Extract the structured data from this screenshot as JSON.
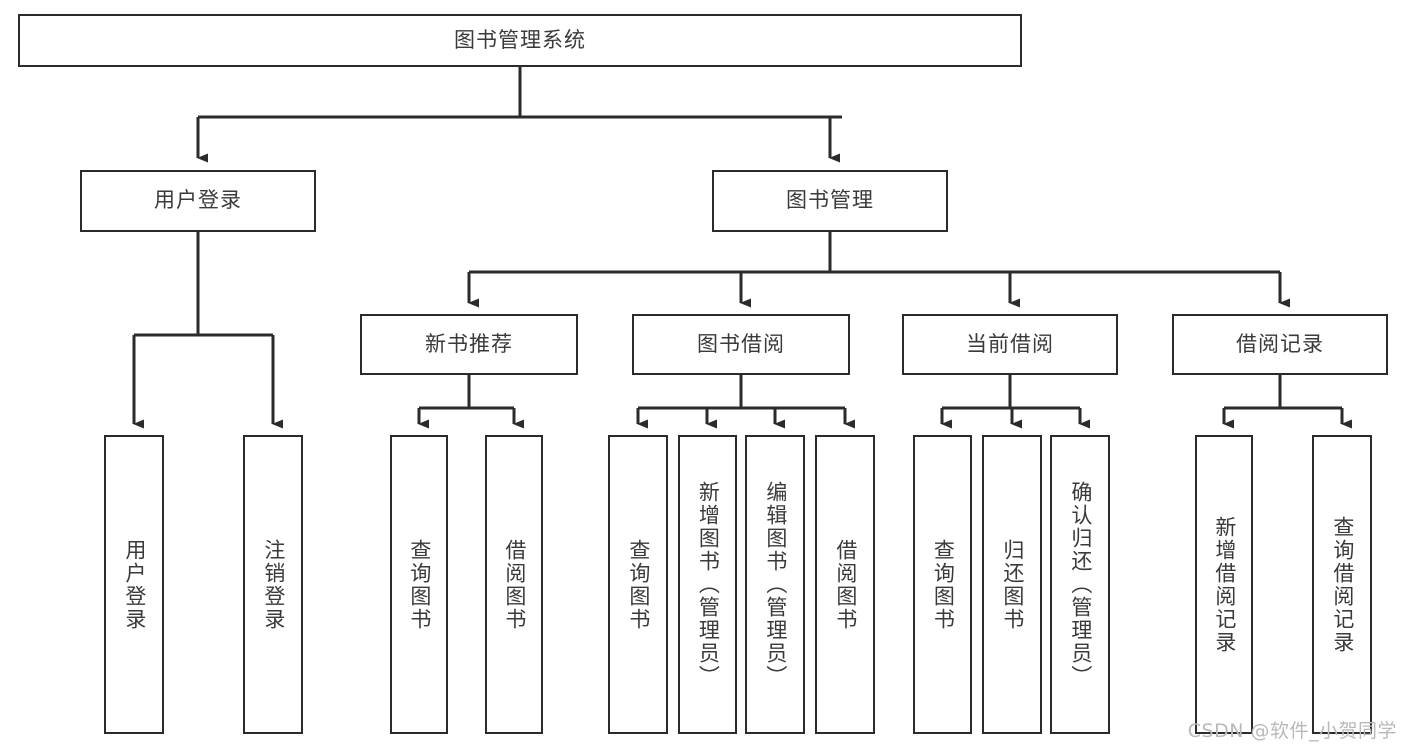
{
  "diagram": {
    "title": "图书管理系统",
    "type": "tree-hierarchy",
    "orientation": "top-down",
    "colors": {
      "box_border": "#2b2b2b",
      "box_fill": "#ffffff",
      "edge": "#2b2b2b",
      "text": "#3a3a3a",
      "watermark": "#b9b9b9",
      "background": "#ffffff"
    }
  },
  "root": {
    "label": "图书管理系统"
  },
  "level1": [
    {
      "label": "用户登录"
    },
    {
      "label": "图书管理"
    }
  ],
  "level2": [
    {
      "label": "新书推荐"
    },
    {
      "label": "图书借阅"
    },
    {
      "label": "当前借阅"
    },
    {
      "label": "借阅记录"
    }
  ],
  "leaves": {
    "user_login": [
      {
        "label": "用户登录"
      },
      {
        "label": "注销登录"
      }
    ],
    "new_book_recommend": [
      {
        "label": "查询图书"
      },
      {
        "label": "借阅图书"
      }
    ],
    "book_borrow": [
      {
        "label": "查询图书"
      },
      {
        "label": "新增图书（管理员）"
      },
      {
        "label": "编辑图书（管理员）"
      },
      {
        "label": "借阅图书"
      }
    ],
    "current_borrow": [
      {
        "label": "查询图书"
      },
      {
        "label": "归还图书"
      },
      {
        "label": "确认归还（管理员）"
      }
    ],
    "borrow_record": [
      {
        "label": "新增借阅记录"
      },
      {
        "label": "查询借阅记录"
      }
    ]
  },
  "watermark": {
    "text": "CSDN @软件_小贺同学"
  }
}
